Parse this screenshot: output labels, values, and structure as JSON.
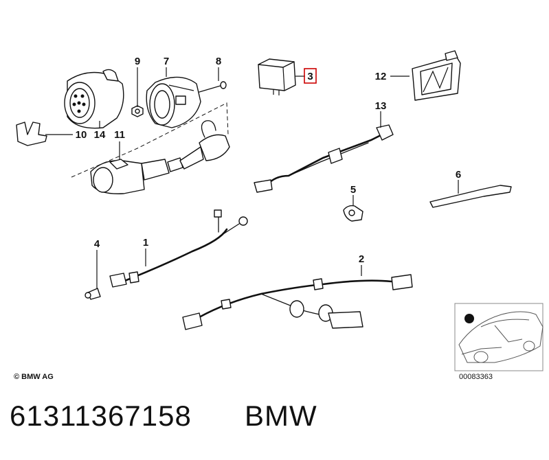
{
  "labels": {
    "p1": "1",
    "p2": "2",
    "p3": "3",
    "p4": "4",
    "p5": "5",
    "p6": "6",
    "p7": "7",
    "p8": "8",
    "p9": "9",
    "p10": "10",
    "p11": "11",
    "p12": "12",
    "p13": "13",
    "p14": "14"
  },
  "copyright": "© BMW AG",
  "reference_number": "00083363",
  "part_number": "61311367158",
  "brand": "BMW"
}
